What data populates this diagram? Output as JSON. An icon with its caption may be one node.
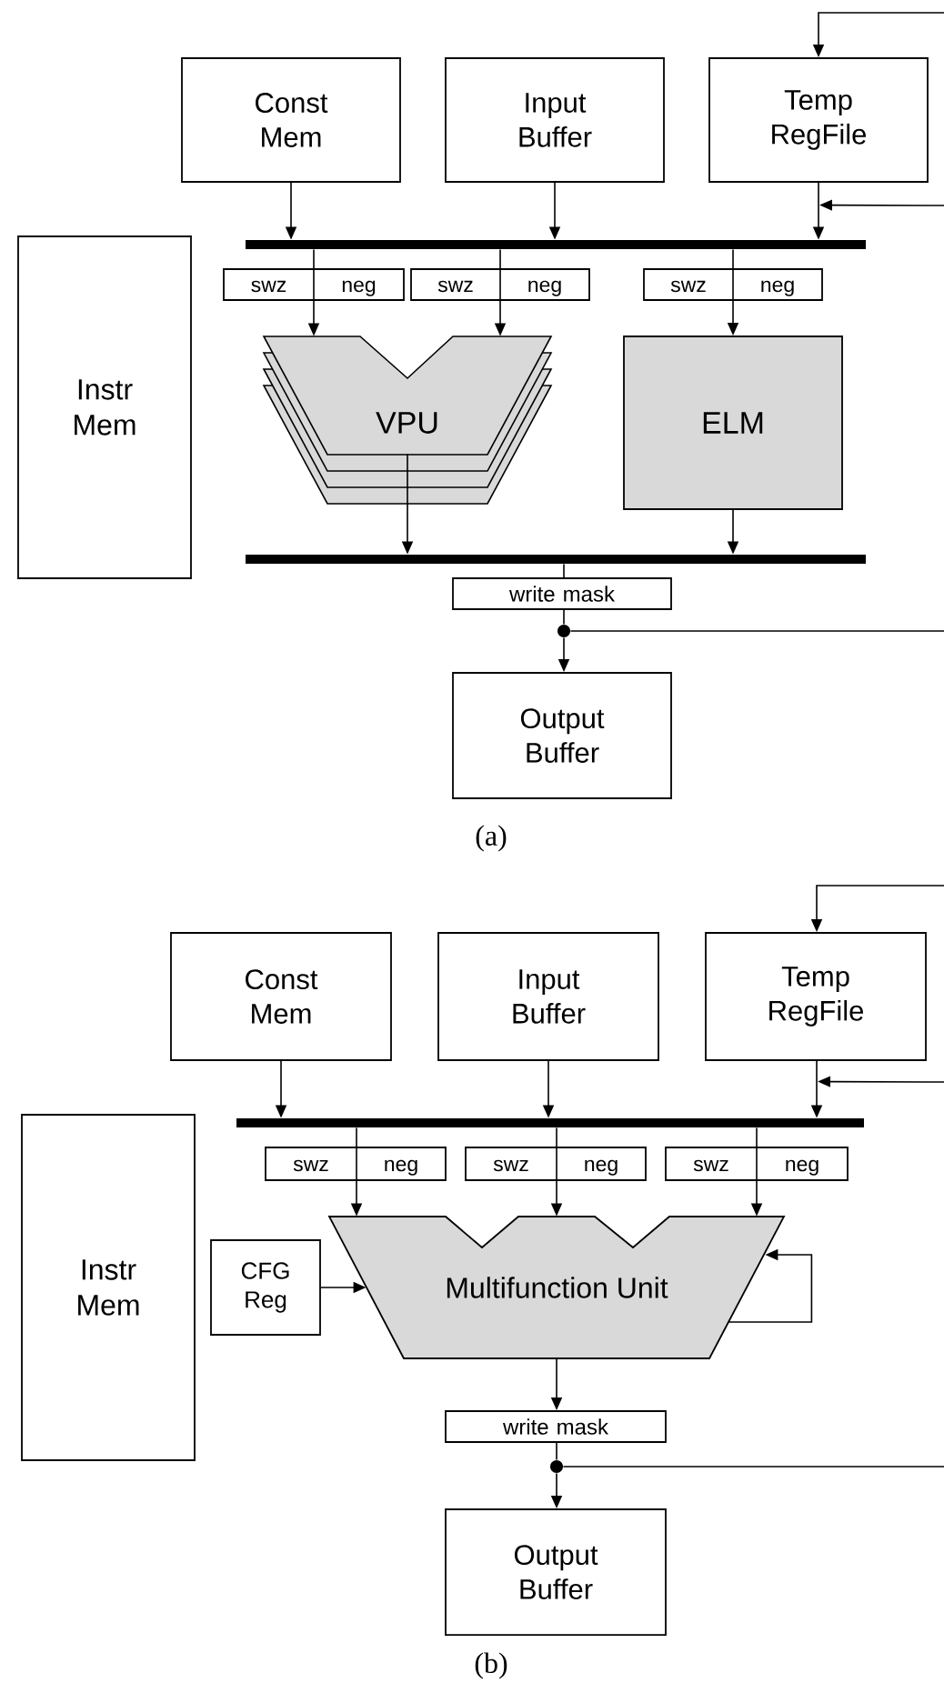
{
  "diagram": {
    "nodes": [
      {
        "text": [
          "Const Mem"
        ]
      },
      {
        "text": [
          "Input Buffer"
        ]
      },
      {
        "text": [
          "Temp RegFile"
        ]
      },
      {
        "text": [
          "Instr Mem"
        ]
      },
      {
        "text": [],
        "shape": "bar"
      },
      {
        "text": [
          "swz",
          "neg"
        ]
      },
      {
        "text": [
          "swz",
          "neg"
        ]
      },
      {
        "text": [
          "swz",
          "neg"
        ]
      },
      {
        "text": [
          "VPU"
        ]
      },
      {
        "text": [
          "ELM"
        ]
      },
      {
        "text": [],
        "shape": "bar"
      },
      {
        "text": [
          "write mask"
        ]
      },
      {
        "text": [],
        "shape": "circle"
      },
      {
        "text": [
          "Output Buffer"
        ]
      },
      {
        "text": [
          "Const Mem"
        ]
      },
      {
        "text": [
          "Input Buffer"
        ]
      },
      {
        "text": [
          "Temp RegFile"
        ]
      },
      {
        "text": [
          "Instr Mem"
        ]
      },
      {
        "text": [],
        "shape": "bar"
      },
      {
        "text": [
          "swz",
          "neg"
        ]
      },
      {
        "text": [
          "swz",
          "neg"
        ]
      },
      {
        "text": [
          "swz",
          "neg"
        ]
      },
      {
        "text": [
          "CFG Reg"
        ]
      },
      {
        "text": [
          "Multifunction Unit"
        ]
      },
      {
        "text": [
          "write mask"
        ]
      },
      {
        "text": [],
        "shape": "circle"
      },
      {
        "text": [
          "Output Buffer"
        ]
      }
    ],
    "edges": [
      {
        "from": 0,
        "to": 4,
        "arrow": "to"
      },
      {
        "from": 1,
        "to": 4,
        "arrow": "to"
      },
      {
        "from": 2,
        "to": 4,
        "arrow": "to"
      },
      {
        "from": 4,
        "to": 5,
        "arrow": "none"
      },
      {
        "from": 5,
        "to": 8,
        "arrow": "to"
      },
      {
        "from": 4,
        "to": 6,
        "arrow": "none"
      },
      {
        "from": 6,
        "to": 8,
        "arrow": "to"
      },
      {
        "from": 4,
        "to": 7,
        "arrow": "none"
      },
      {
        "from": 7,
        "to": 9,
        "arrow": "to"
      },
      {
        "from": 8,
        "to": 10,
        "arrow": "to"
      },
      {
        "from": 9,
        "to": 10,
        "arrow": "to"
      },
      {
        "from": 10,
        "to": 11,
        "arrow": "none"
      },
      {
        "from": 11,
        "to": 12,
        "arrow": "none"
      },
      {
        "from": 12,
        "to": 13,
        "arrow": "to"
      },
      {
        "from": 12,
        "to": null,
        "arrow": "none"
      },
      {
        "from": null,
        "to": 2,
        "arrow": "to"
      },
      {
        "from": null,
        "to": 4,
        "arrow": "to"
      },
      {
        "from": 14,
        "to": 18,
        "arrow": "to"
      },
      {
        "from": 15,
        "to": 18,
        "arrow": "to"
      },
      {
        "from": 16,
        "to": 18,
        "arrow": "to"
      },
      {
        "from": 18,
        "to": 19,
        "arrow": "none"
      },
      {
        "from": 19,
        "to": 23,
        "arrow": "to"
      },
      {
        "from": 18,
        "to": 20,
        "arrow": "none"
      },
      {
        "from": 20,
        "to": 23,
        "arrow": "to"
      },
      {
        "from": 18,
        "to": 21,
        "arrow": "none"
      },
      {
        "from": 21,
        "to": 23,
        "arrow": "to"
      },
      {
        "from": 22,
        "to": 23,
        "arrow": "to"
      },
      {
        "from": 23,
        "to": 23,
        "arrow": "to"
      },
      {
        "from": 23,
        "to": 24,
        "arrow": "to"
      },
      {
        "from": 24,
        "to": 25,
        "arrow": "none"
      },
      {
        "from": 25,
        "to": 26,
        "arrow": "to"
      },
      {
        "from": 25,
        "to": null,
        "arrow": "none"
      },
      {
        "from": null,
        "to": 16,
        "arrow": "to"
      },
      {
        "from": null,
        "to": 18,
        "arrow": "to"
      }
    ],
    "labels": [
      "(a)",
      "(b)"
    ]
  }
}
